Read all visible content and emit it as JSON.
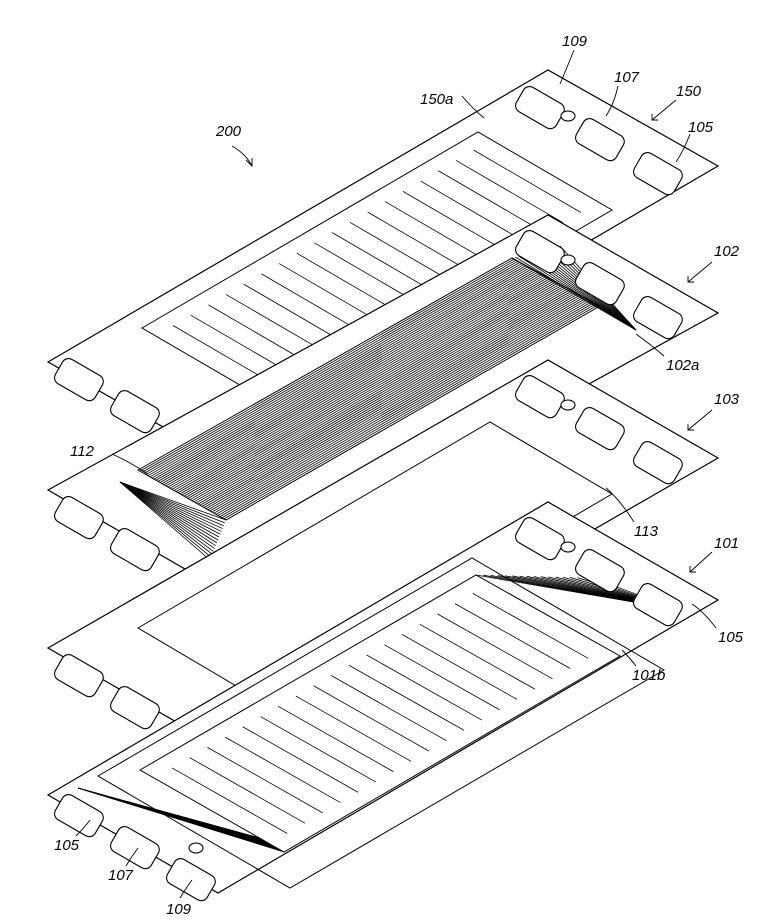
{
  "figure": {
    "labels": {
      "assembly": "200",
      "top_plate": "150",
      "top_plate_surface": "150a",
      "port_109": "109",
      "port_107": "107",
      "port_105": "105",
      "plate_102": "102",
      "plate_102_surface": "102a",
      "plate_103": "103",
      "channels": "112",
      "opening": "113",
      "plate_101": "101",
      "plate_101_surface": "101b",
      "port_105_right": "105",
      "port_105_bottom": "105",
      "port_107_bottom": "107",
      "port_109_bottom": "109"
    }
  }
}
